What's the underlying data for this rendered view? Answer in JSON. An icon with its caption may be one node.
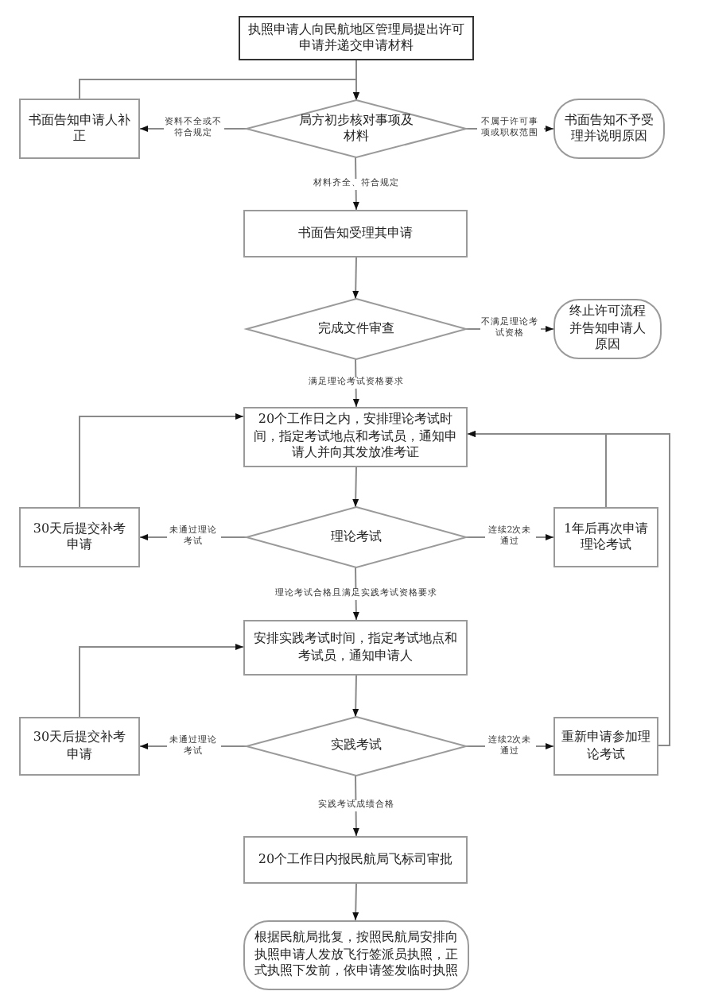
{
  "diagram": {
    "nodes": [
      {
        "text": [
          "执照申请人向民航地区管理局提出许可申请并递交申请材料"
        ]
      },
      {
        "text": [
          "局方初步核对事项及材料"
        ]
      },
      {
        "text": [
          "书面告知申请人补正"
        ]
      },
      {
        "text": [
          "书面告知不予受理并说明原因"
        ]
      },
      {
        "text": [
          "书面告知受理其申请"
        ]
      },
      {
        "text": [
          "完成文件审查"
        ]
      },
      {
        "text": [
          "终止许可流程并告知申请人原因"
        ]
      },
      {
        "text": [
          "20个工作日之内，安排理论考试时间，指定考试地点和考试员，通知申请人并向其发放准考证"
        ]
      },
      {
        "text": [
          "理论考试"
        ]
      },
      {
        "text": [
          "30天后提交补考申请"
        ]
      },
      {
        "text": [
          "1年后再次申请理论考试"
        ]
      },
      {
        "text": [
          "安排实践考试时间，指定考试地点和考试员，通知申请人"
        ]
      },
      {
        "text": [
          "实践考试"
        ]
      },
      {
        "text": [
          "30天后提交补考申请"
        ]
      },
      {
        "text": [
          "重新申请参加理论考试"
        ]
      },
      {
        "text": [
          "20个工作日内报民航局飞标司审批"
        ]
      },
      {
        "text": [
          "根据民航局批复，按照民航局安排向执照申请人发放飞行签派员执照，正式执照下发前，依申请签发临时执照"
        ]
      }
    ],
    "edges": [
      {
        "from": 0,
        "to": 1,
        "arrow": "to"
      },
      {
        "from": 1,
        "to": 2,
        "arrow": "to",
        "label": "资料不全或不符合规定"
      },
      {
        "from": 2,
        "to": 1,
        "arrow": "to"
      },
      {
        "from": 1,
        "to": 3,
        "arrow": "to",
        "label": "不属于许可事项或职权范围"
      },
      {
        "from": 1,
        "to": 4,
        "arrow": "to",
        "label": "材料齐全、符合规定"
      },
      {
        "from": 4,
        "to": 5,
        "arrow": "to"
      },
      {
        "from": 5,
        "to": 6,
        "arrow": "to",
        "label": "不满足理论考试资格"
      },
      {
        "from": 5,
        "to": 7,
        "arrow": "to",
        "label": "满足理论考试资格要求"
      },
      {
        "from": 7,
        "to": 8,
        "arrow": "to"
      },
      {
        "from": 8,
        "to": 9,
        "arrow": "to",
        "label": "未通过理论考试"
      },
      {
        "from": 9,
        "to": 7,
        "arrow": "to"
      },
      {
        "from": 8,
        "to": 10,
        "arrow": "to",
        "label": "连续2次未通过"
      },
      {
        "from": 10,
        "to": 7,
        "arrow": "to"
      },
      {
        "from": 8,
        "to": 11,
        "arrow": "to",
        "label": "理论考试合格且满足实践考试资格要求"
      },
      {
        "from": 11,
        "to": 12,
        "arrow": "to"
      },
      {
        "from": 12,
        "to": 13,
        "arrow": "to",
        "label": "未通过理论考试"
      },
      {
        "from": 13,
        "to": 11,
        "arrow": "to"
      },
      {
        "from": 12,
        "to": 14,
        "arrow": "to",
        "label": "连续2次未通过"
      },
      {
        "from": 14,
        "to": 7,
        "arrow": "to"
      },
      {
        "from": 12,
        "to": 15,
        "arrow": "to",
        "label": "实践考试成绩合格"
      },
      {
        "from": 15,
        "to": 16,
        "arrow": "to"
      }
    ]
  }
}
